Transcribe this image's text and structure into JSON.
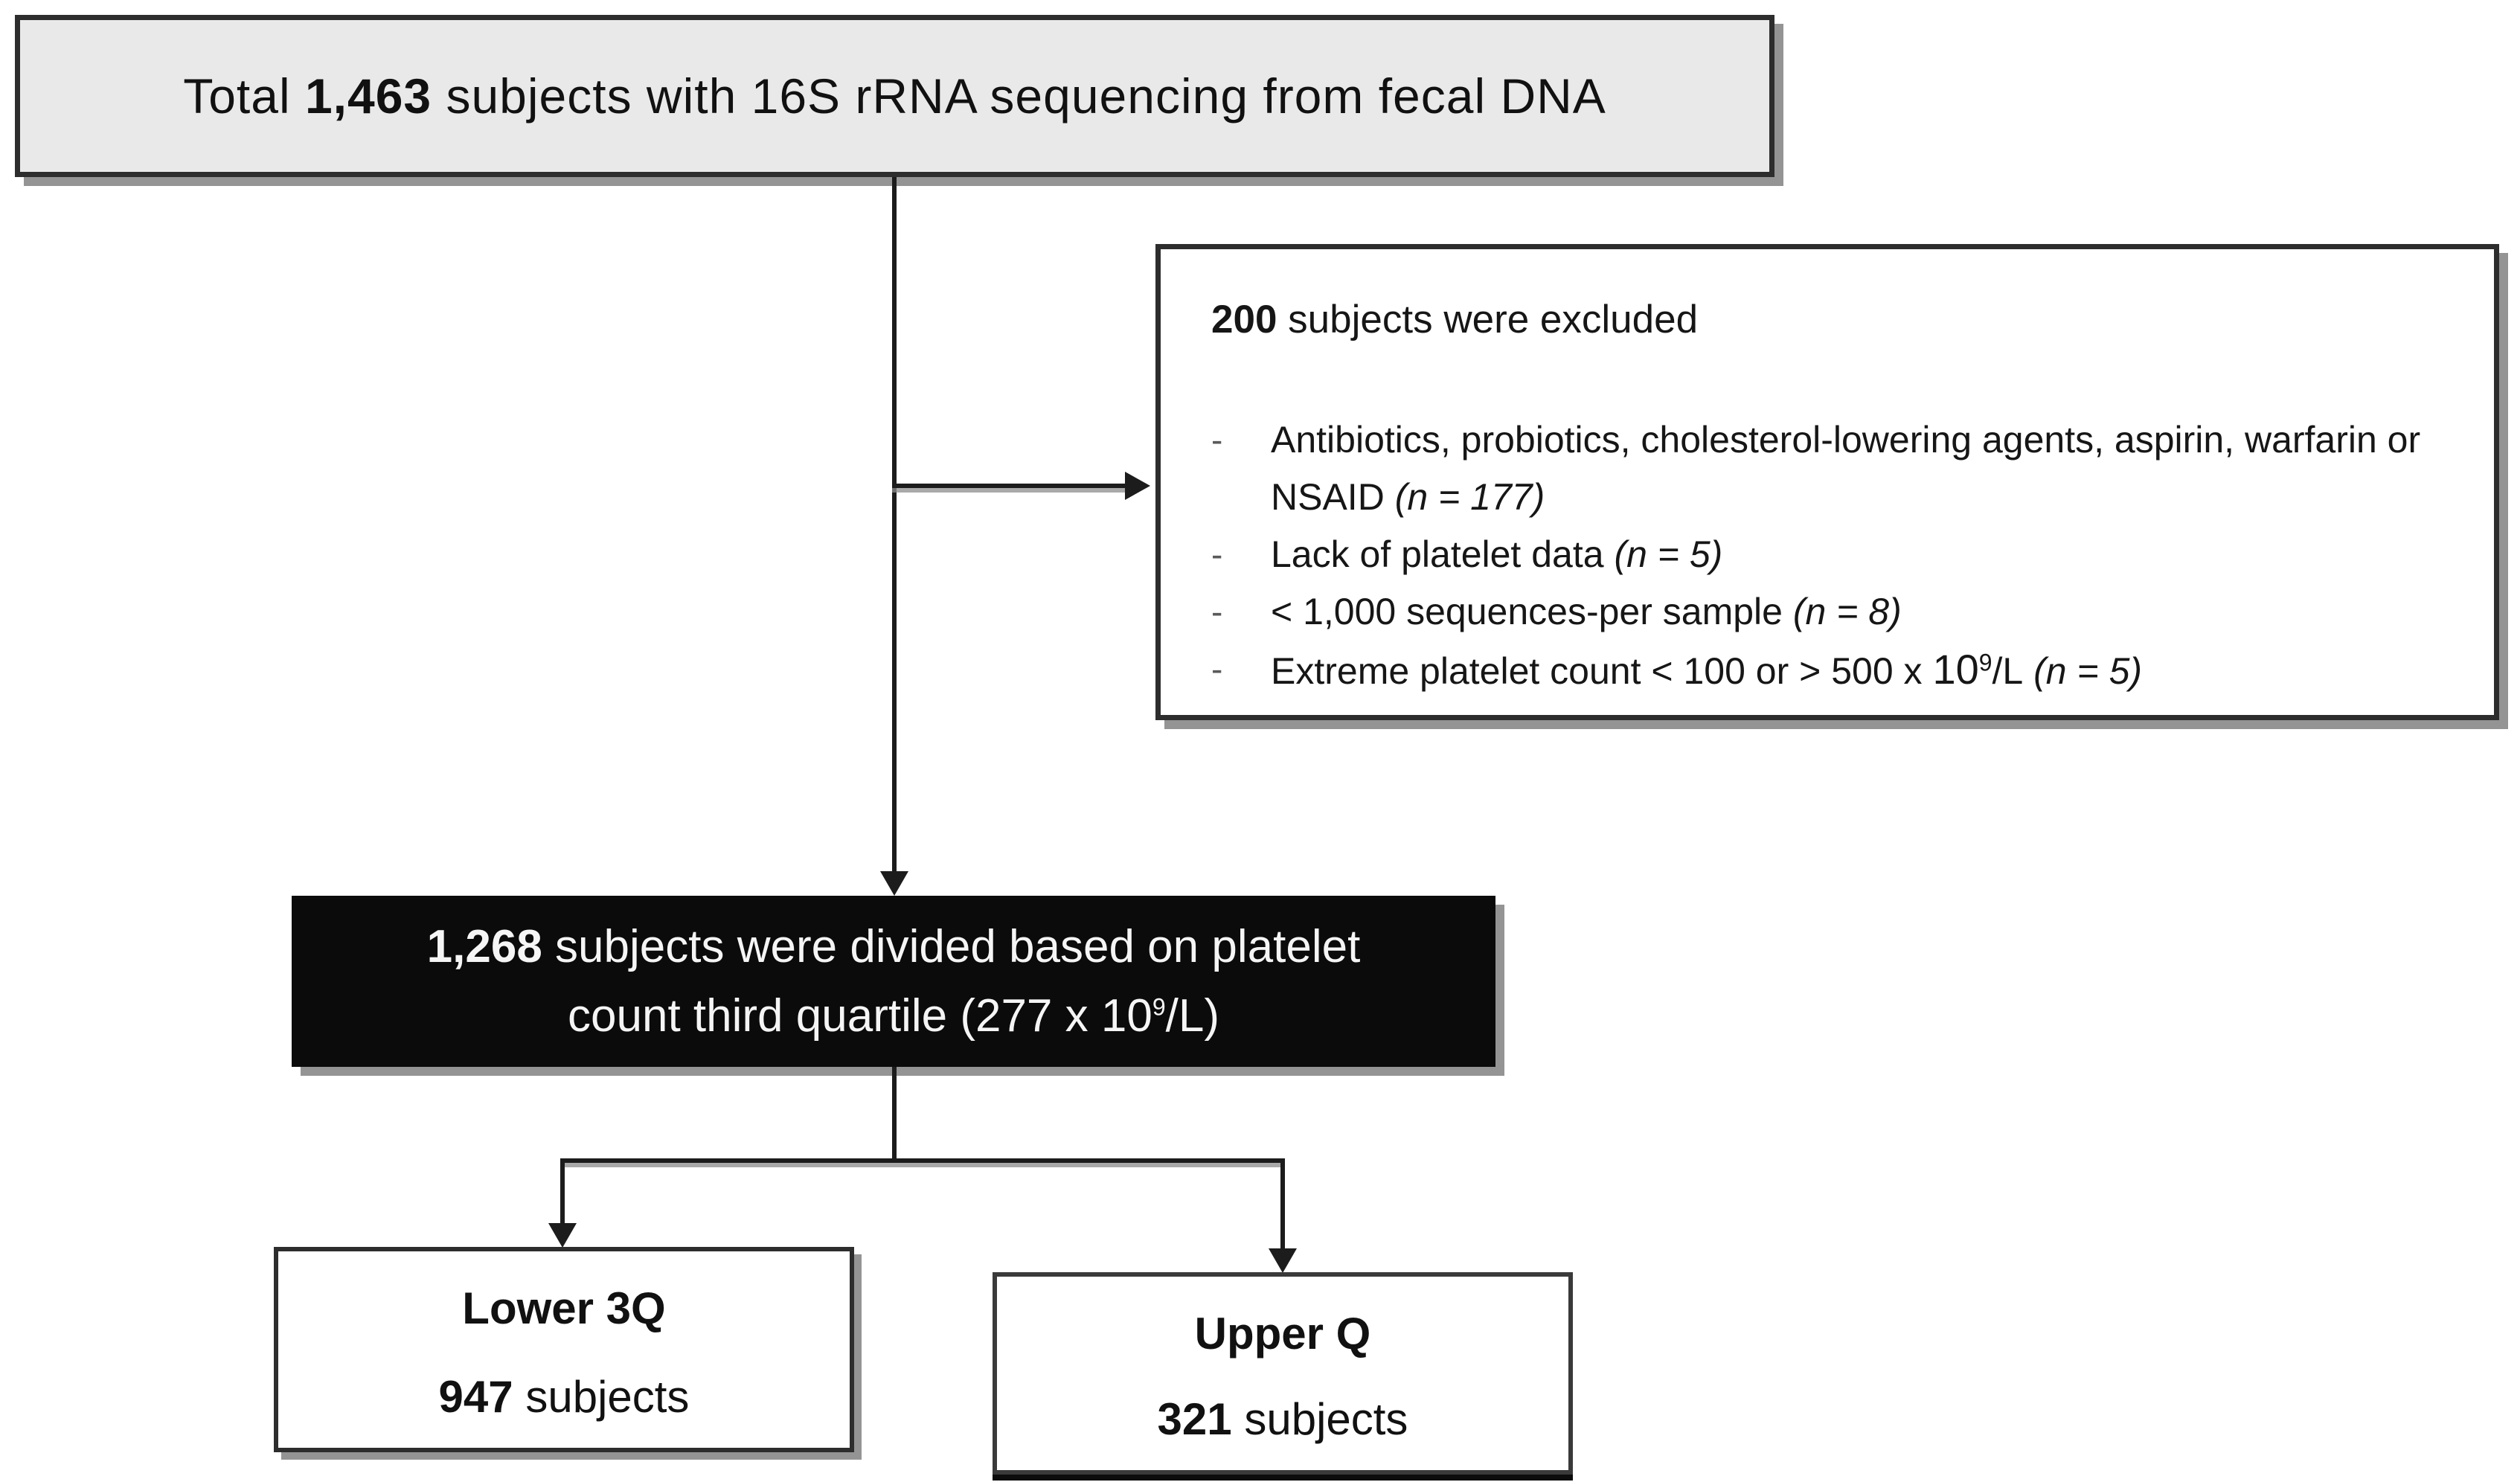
{
  "figure": {
    "type": "study-flow-diagram",
    "top_box": {
      "prefix": "Total ",
      "count": "1,463",
      "suffix": " subjects with 16S rRNA sequencing from fecal DNA"
    },
    "exclusion_box": {
      "count": "200",
      "header_rest": " subjects were excluded",
      "bullet": "-",
      "items": [
        {
          "text": "Antibiotics, probiotics, cholesterol-lowering agents, aspirin, warfarin or NSAID",
          "n": " (n = 177)"
        },
        {
          "text": "Lack of platelet data",
          "n": " (n = 5)"
        },
        {
          "text": "< 1,000 sequences-per sample",
          "n": " (n = 8)"
        },
        {
          "text": "Extreme platelet count < 100 or > 500 x ",
          "sup_base": "10",
          "sup_exp": "9",
          "sup_unit": "/L",
          "n": " (n = 5)"
        }
      ]
    },
    "middle_box": {
      "count": "1,268",
      "line1_rest": " subjects were divided based on platelet",
      "line2_pre": "count third quartile (277 x 10",
      "line2_sup": "9",
      "line2_post": "/L)"
    },
    "left_box": {
      "title": "Lower 3Q",
      "count": "947",
      "suffix": " subjects"
    },
    "right_box": {
      "title": "Upper Q",
      "count": "321",
      "suffix": " subjects"
    },
    "colors": {
      "top_box_fill": "#e9e9e9",
      "middle_box_fill": "#0b0b0b",
      "middle_box_text": "#f5f5f5",
      "box_border": "#2d2d2d",
      "connector": "#1c1c1c",
      "shadow": "#949494",
      "background": "#ffffff"
    }
  }
}
